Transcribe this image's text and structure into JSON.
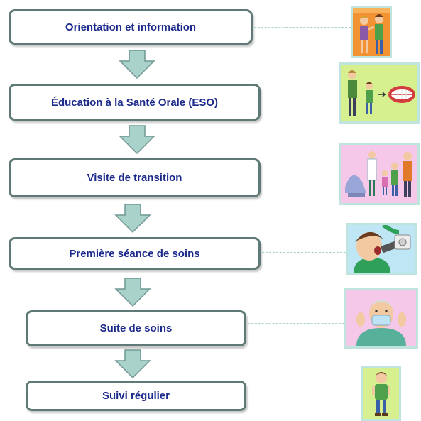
{
  "steps": [
    {
      "label": "Orientation et information"
    },
    {
      "label": "Éducation à la Santé Orale (ESO)"
    },
    {
      "label": "Visite de transition"
    },
    {
      "label": "Première séance de soins"
    },
    {
      "label": "Suite de soins"
    },
    {
      "label": "Suivi régulier"
    }
  ],
  "colors": {
    "box_border": "#5f7a76",
    "text": "#1c2a8c",
    "arrow": "#a9d2cb",
    "connector": "#a8d4ce",
    "picture_frame": "#bfe3dd"
  },
  "pictures": [
    {
      "icon": "two-people-talking-illustration"
    },
    {
      "icon": "family-teeth-education-illustration"
    },
    {
      "icon": "dental-clinic-visit-illustration"
    },
    {
      "icon": "patient-dental-care-illustration"
    },
    {
      "icon": "dentist-with-mask-illustration"
    },
    {
      "icon": "child-standing-illustration"
    }
  ]
}
